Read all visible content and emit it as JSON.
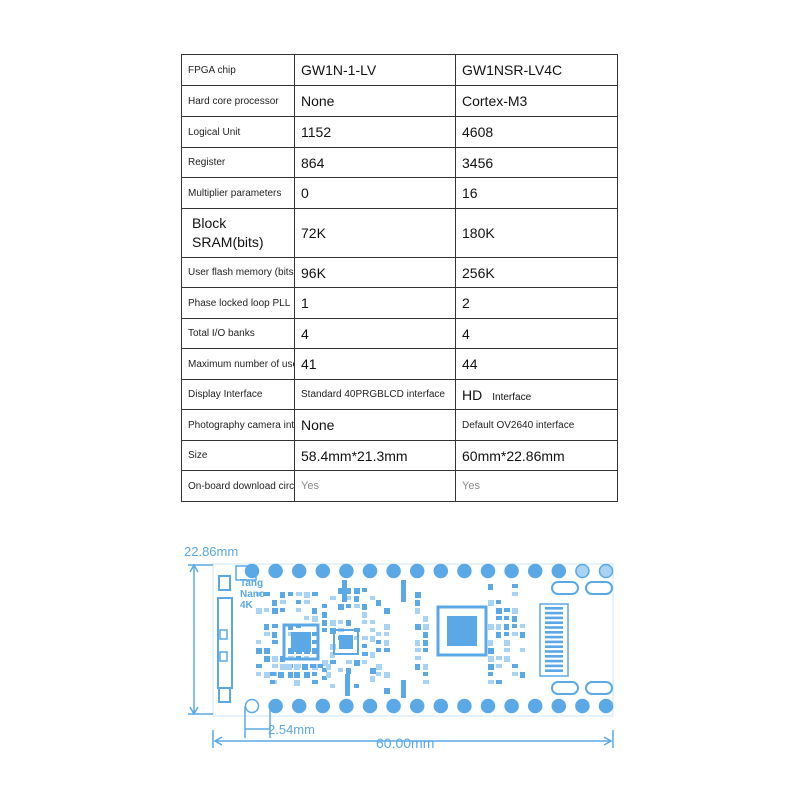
{
  "table": {
    "rows": [
      {
        "label": "FPGA chip",
        "a": "GW1N-1-LV",
        "b": "GW1NSR-LV4C"
      },
      {
        "label": "Hard core processor",
        "a": "None",
        "b": "Cortex-M3"
      },
      {
        "label": "Logical Unit",
        "a": "1152",
        "b": "4608"
      },
      {
        "label": "Register",
        "a": "864",
        "b": "3456"
      },
      {
        "label": "Multiplier parameters",
        "a": "0",
        "b": "16"
      },
      {
        "label_line1": "Block",
        "label_line2": "SRAM(bits)",
        "a": "72K",
        "b": "180K"
      },
      {
        "label": "User flash memory (bits)",
        "a": "96K",
        "b": "256K"
      },
      {
        "label": "Phase locked loop PLL",
        "a": "1",
        "b": "2"
      },
      {
        "label": "Total I/O banks",
        "a": "4",
        "b": "4"
      },
      {
        "label": "Maximum number of user I/O",
        "a": "41",
        "b": "44"
      },
      {
        "label": "Display Interface",
        "a": "Standard 40PRGBLCD interface",
        "b_big": "HD",
        "b_small": "Interface"
      },
      {
        "label": "Photography camera interface",
        "a": "None",
        "b": "Default OV2640 interface"
      },
      {
        "label": "Size",
        "a": "58.4mm*21.3mm",
        "b": "60mm*22.86mm"
      },
      {
        "label": "On-board download circuit",
        "a": "Yes",
        "b": "Yes"
      }
    ]
  },
  "board": {
    "silkscreen": [
      "Tang",
      "Nano",
      "4K"
    ],
    "height_label": "22.86mm",
    "pitch_label": "2.54mm",
    "width_label": "60.00mm",
    "accent_color": "#5aa9e6",
    "light_color": "#a9d3f5"
  }
}
